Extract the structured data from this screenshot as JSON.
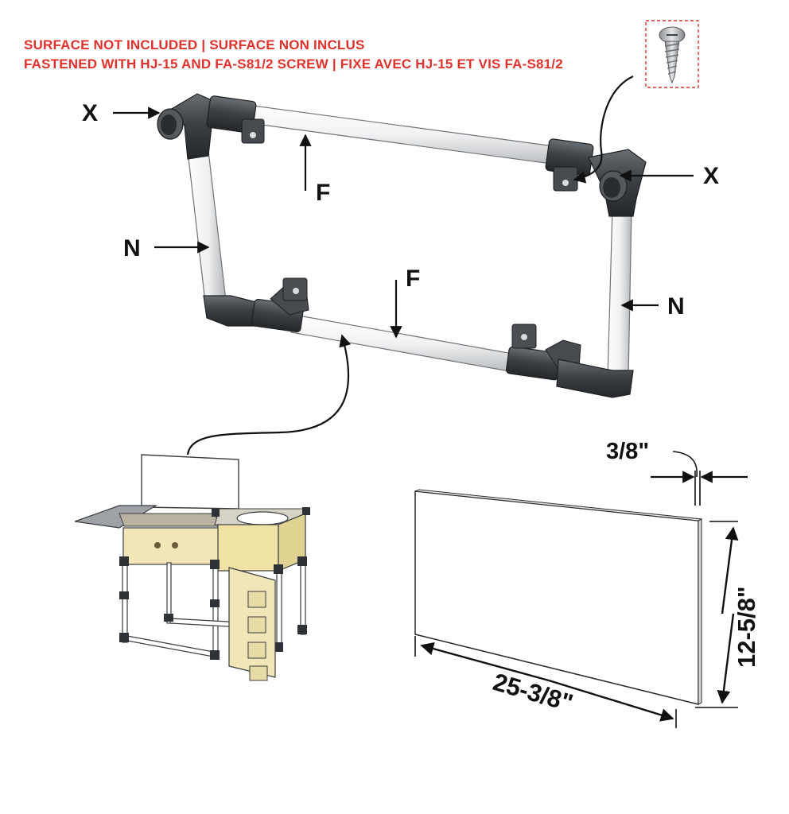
{
  "notes": {
    "line1": "SURFACE NOT INCLUDED | SURFACE NON INCLUS",
    "line2": "FASTENED WITH HJ-15 AND FA-S81/2 SCREW | FIXE AVEC HJ-15 ET VIS FA-S81/2"
  },
  "labels": {
    "x_left": "X",
    "x_right": "X",
    "f_top": "F",
    "f_bottom": "F",
    "n_left": "N",
    "n_right": "N"
  },
  "dimensions": {
    "thickness": "3/8\"",
    "height": "12-5/8\"",
    "width": "25-3/8\""
  },
  "colors": {
    "note_red": "#e0312b",
    "pipe_fill": "#f4f5f6",
    "fitting_fill": "#3e4246",
    "wood_fill": "#f0e6b8",
    "ink": "#111111"
  },
  "icons": {
    "screw": "screw-icon"
  }
}
